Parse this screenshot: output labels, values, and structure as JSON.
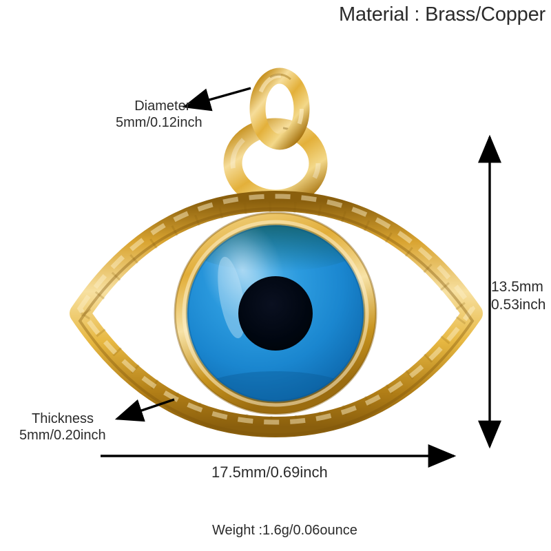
{
  "product": {
    "type": "evil-eye-charm-pendant",
    "material_label": "Material : Brass/Copper",
    "weight_label": "Weight :1.6g/0.06ounce"
  },
  "annotations": {
    "diameter": {
      "title": "Diameter",
      "value": "5mm/0.12inch"
    },
    "thickness": {
      "title": "Thickness",
      "value": "5mm/0.20inch"
    },
    "height": {
      "mm": "13.5mm",
      "inch": "0.53inch"
    },
    "width": {
      "value": "17.5mm/0.69inch"
    }
  },
  "colors": {
    "background": "#ffffff",
    "text": "#2b2b2b",
    "arrow": "#000000",
    "gold_dark": "#b07d16",
    "gold_mid": "#e0ab36",
    "gold_light": "#f7e0a0",
    "gold_deep": "#8a5f0d",
    "eye_blue": "#1e8fd5",
    "eye_blue_dark": "#0f63a8",
    "eye_blue_light": "#58b6ea",
    "pupil": "#000814",
    "bezel_shadow": "#1b5c56"
  },
  "icons": {
    "diameter_arrow": "arrow-left-icon",
    "thickness_arrow": "arrow-left-icon",
    "height_arrow": "double-arrow-vertical-icon",
    "width_arrow": "arrow-right-icon"
  }
}
